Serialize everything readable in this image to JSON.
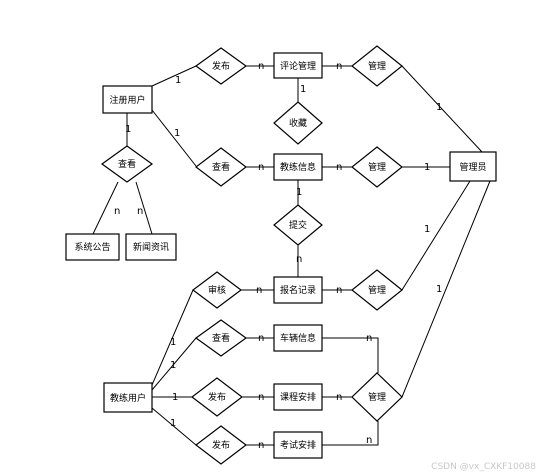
{
  "entities": {
    "reg_user": "注册用户",
    "comment_mgmt": "评论管理",
    "coach_info": "教练信息",
    "admin": "管理员",
    "notice": "系统公告",
    "news": "新闻资讯",
    "signup_record": "报名记录",
    "vehicle_info": "车辆信息",
    "course_schedule": "课程安排",
    "coach_user": "教练用户",
    "exam_schedule": "考试安排"
  },
  "relations": {
    "publish_top": "发布",
    "manage_comment": "管理",
    "view_coach": "查看",
    "manage_coach": "管理",
    "view_user": "查看",
    "collect": "收藏",
    "submit": "提交",
    "review": "审核",
    "manage_signup": "管理",
    "view_vehicle": "查看",
    "publish_course": "发布",
    "manage_bottom": "管理",
    "publish_exam": "发布"
  },
  "cardinality": {
    "one": "1",
    "many": "n"
  },
  "watermark": "CSDN @vx_CXKF10088"
}
